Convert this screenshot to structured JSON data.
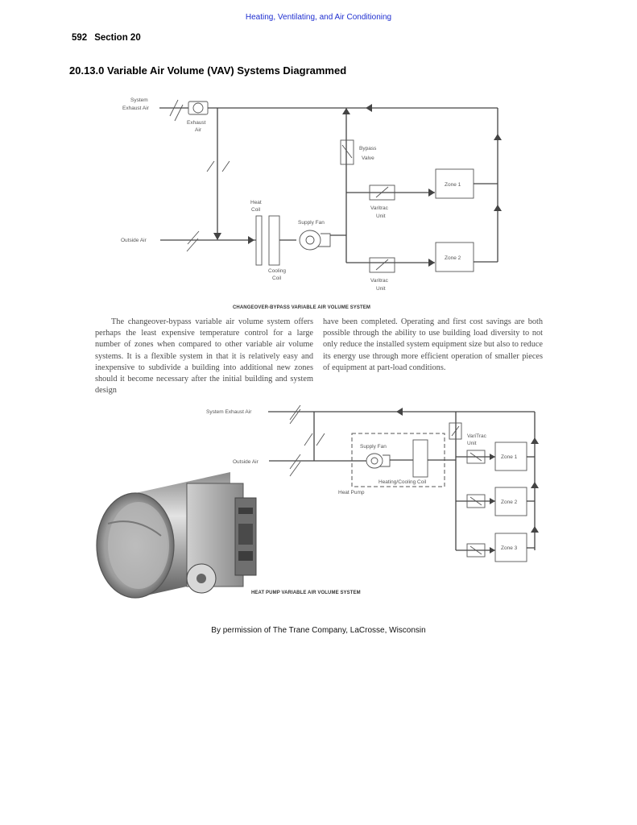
{
  "header": {
    "link_text": "Heating, Ventilating, and Air Conditioning"
  },
  "page": {
    "number": "592",
    "section": "Section 20"
  },
  "section_title": "20.13.0 Variable Air Volume (VAV) Systems Diagrammed",
  "diagram1": {
    "label_system_exhaust_1": "System",
    "label_system_exhaust_2": "Exhaust Air",
    "label_exhaust_1": "Exhaust",
    "label_exhaust_2": "Air",
    "label_bypass_1": "Bypass",
    "label_bypass_2": "Valve",
    "label_zone1": "Zone 1",
    "label_zone2": "Zone 2",
    "label_heat_1": "Heat",
    "label_heat_2": "Coil",
    "label_supply_fan": "Supply Fan",
    "label_outside_air": "Outside Air",
    "label_varitrac1_1": "Varitrac",
    "label_varitrac1_2": "Unit",
    "label_varitrac2_1": "Varitrac",
    "label_varitrac2_2": "Unit",
    "label_cooling_1": "Cooling",
    "label_cooling_2": "Coil",
    "caption": "CHANGEOVER-BYPASS VARIABLE AIR VOLUME SYSTEM"
  },
  "body": {
    "left_column": "The changeover-bypass variable air volume system offers perhaps the least expensive temperature control for a large number of zones when compared to other variable air volume systems. It is a flexible system in that it is relatively easy and inexpensive to subdivide a building into additional new zones should it become necessary after the initial building and system design",
    "right_column": "have been completed. Operating and first cost savings are both possible through the ability to use building load diversity to not only reduce the installed system equipment size but also to reduce its energy use through more efficient operation of smaller pieces of equipment at part-load conditions."
  },
  "diagram2": {
    "label_system_exhaust": "System Exhaust Air",
    "label_outside_air": "Outside Air",
    "label_supply_fan": "Supply Fan",
    "label_heating_cooling": "Heating/Cooling Coil",
    "label_heat_pump": "Heat Pump",
    "label_varitrac_1": "VariTrac",
    "label_varitrac_2": "Unit",
    "label_zone1": "Zone 1",
    "label_zone2": "Zone 2",
    "label_zone3": "Zone 3",
    "caption": "HEAT PUMP VARIABLE AIR VOLUME SYSTEM"
  },
  "credit": "By permission of The Trane Company, LaCrosse, Wisconsin"
}
